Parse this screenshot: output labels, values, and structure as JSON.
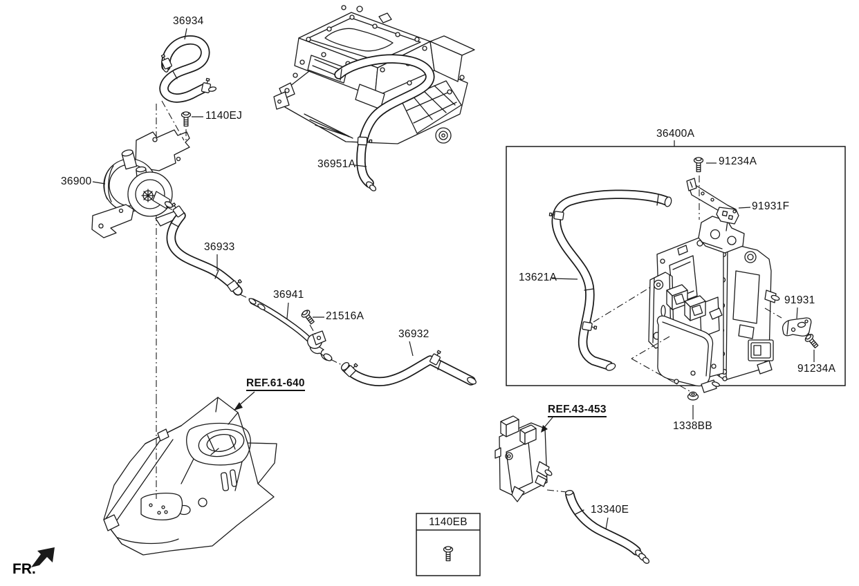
{
  "diagram": {
    "background": "#ffffff",
    "line_color": "#1a1a1a",
    "direction_indicator": "FR.",
    "callouts": {
      "c36934": "36934",
      "c1140EJ": "1140EJ",
      "c36900": "36900",
      "c36951A": "36951A",
      "c36933": "36933",
      "c36941": "36941",
      "c21516A": "21516A",
      "c36932": "36932",
      "ref_fender_apron": "REF.61-640",
      "c36400A": "36400A",
      "c91234A_upper": "91234A",
      "c91931F": "91931F",
      "c13621A": "13621A",
      "c91931": "91931",
      "c91234A_lower": "91234A",
      "c1338BB": "1338BB",
      "ref_hsg": "REF.43-453",
      "c13340E": "13340E",
      "c1140EB": "1140EB"
    }
  }
}
